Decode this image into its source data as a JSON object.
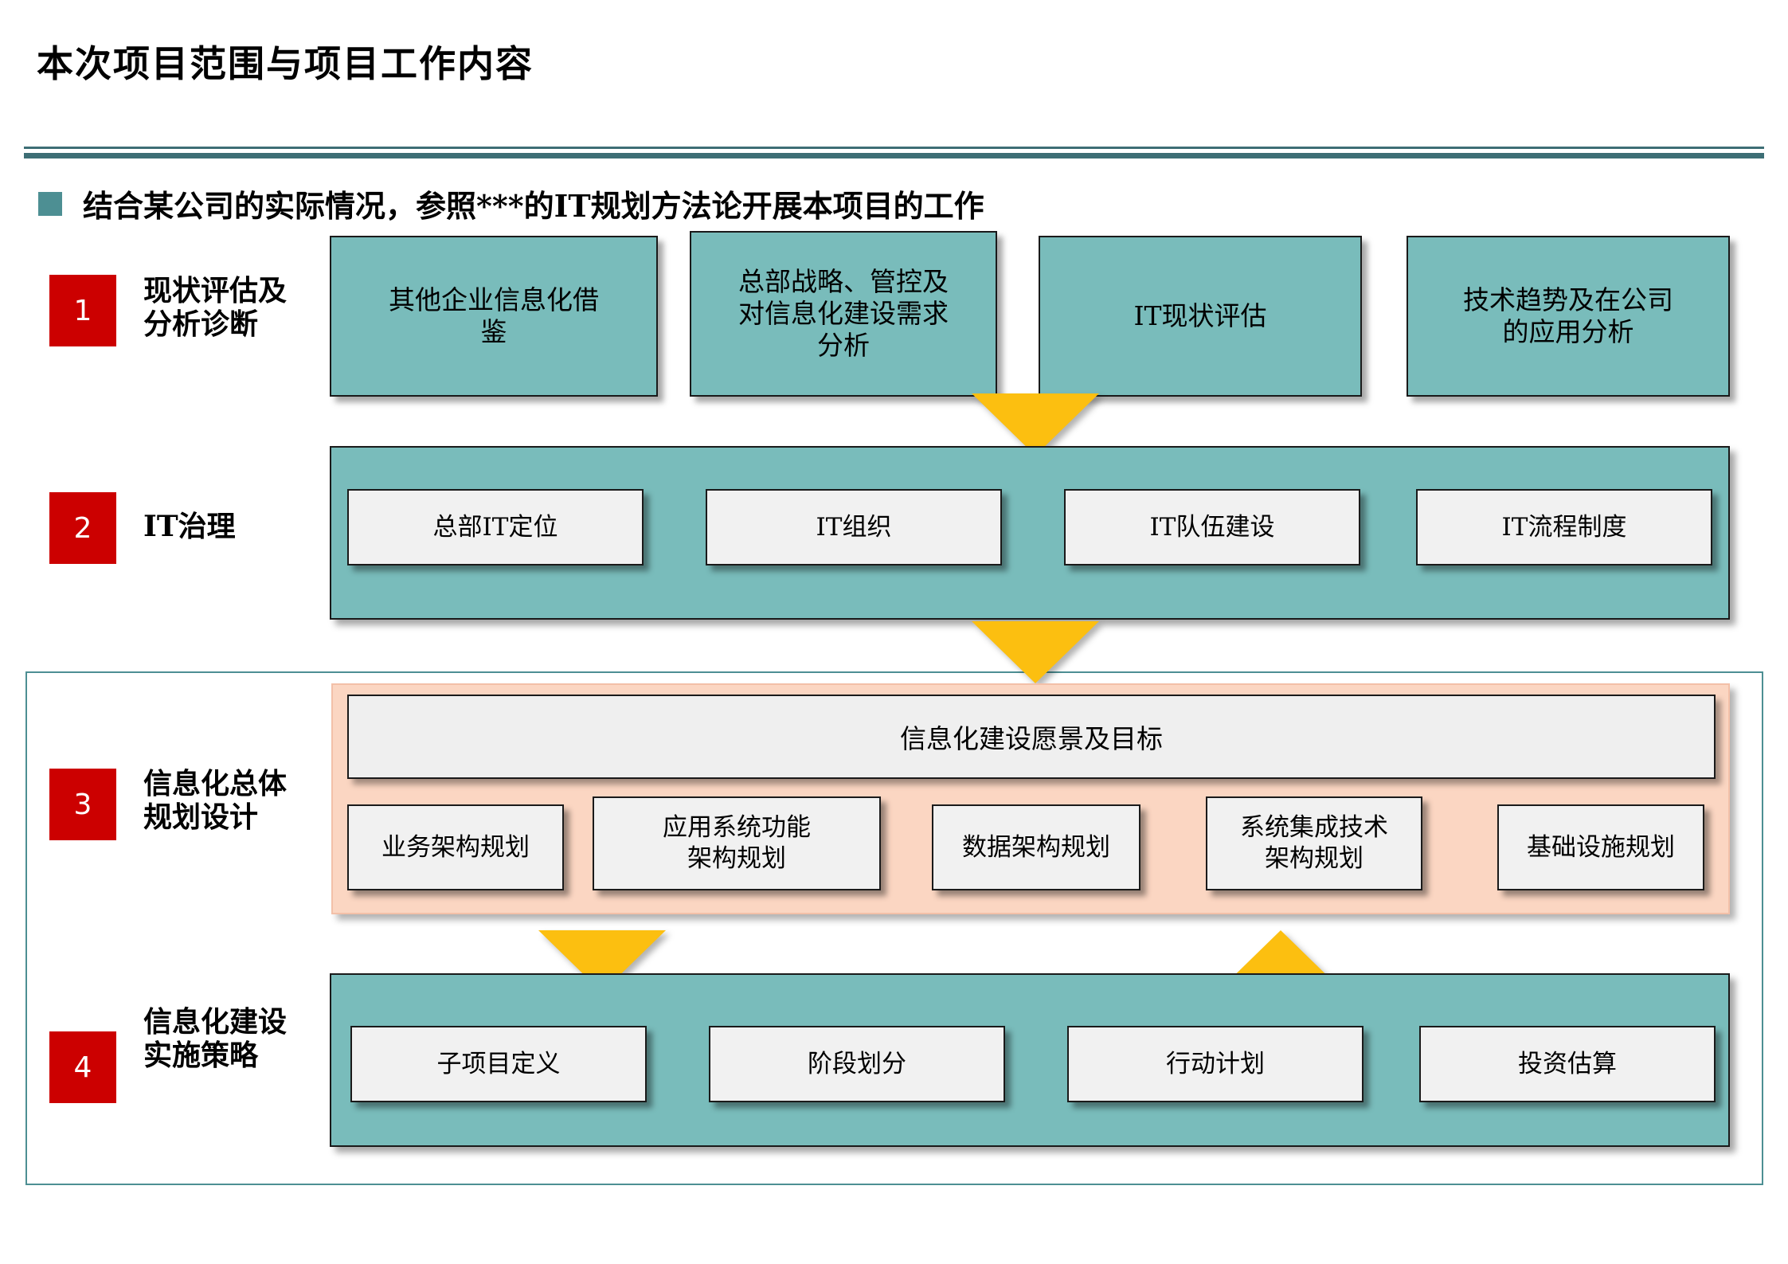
{
  "header": {
    "title": "本次项目范围与项目工作内容",
    "bullet_icon": "square-bullet-icon",
    "bullet_text": "结合某公司的实际情况，参照***的IT规划方法论开展本项目的工作"
  },
  "colors": {
    "accent_teal": "#4d8f93",
    "box_teal": "#79bcbb",
    "badge_red": "#cc0000",
    "arrow_amber": "#fcbf10",
    "band_peach": "#fbd6c2",
    "box_white": "#f1f1f1"
  },
  "rows": [
    {
      "number": "1",
      "label": "现状评估及\n分析诊断",
      "boxes": [
        "其他企业信息化借\n鉴",
        "总部战略、管控及\n对信息化建设需求\n分析",
        "IT现状评估",
        "技术趋势及在公司\n的应用分析"
      ]
    },
    {
      "number": "2",
      "label": "IT治理",
      "boxes": [
        "总部IT定位",
        "IT组织",
        "IT队伍建设",
        "IT流程制度"
      ]
    },
    {
      "number": "3",
      "label": "信息化总体\n规划设计",
      "vision": "信息化建设愿景及目标",
      "boxes": [
        "业务架构规划",
        "应用系统功能\n架构规划",
        "数据架构规划",
        "系统集成技术\n架构规划",
        "基础设施规划"
      ]
    },
    {
      "number": "4",
      "label": "信息化建设\n实施策略",
      "boxes": [
        "子项目定义",
        "阶段划分",
        "行动计划",
        "投资估算"
      ]
    }
  ],
  "arrows": [
    {
      "name": "arrow-row1-to-row2",
      "direction": "down"
    },
    {
      "name": "arrow-row2-to-row3",
      "direction": "down"
    },
    {
      "name": "arrow-row3-to-row4-left",
      "direction": "down"
    },
    {
      "name": "arrow-row4-to-row3-right",
      "direction": "up"
    }
  ]
}
